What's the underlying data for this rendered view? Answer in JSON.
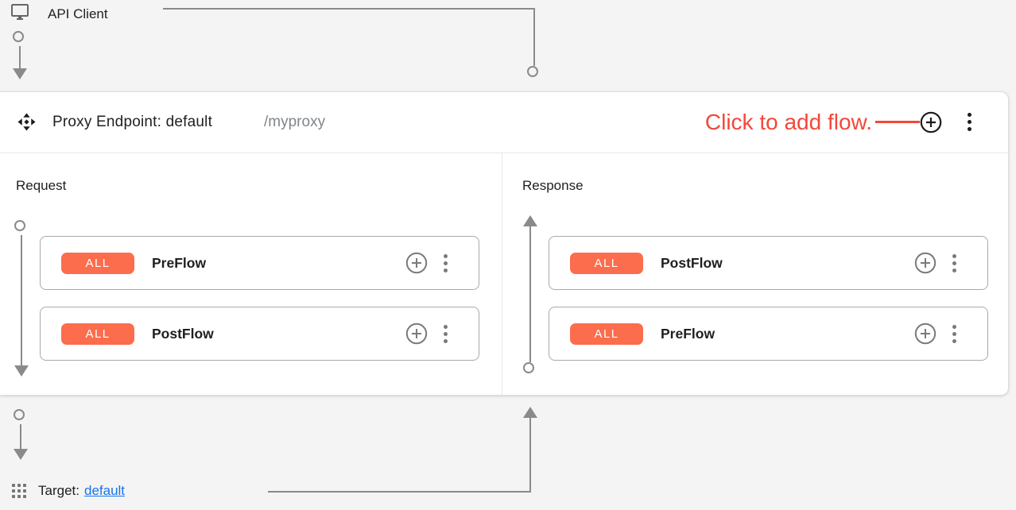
{
  "colors": {
    "accent_orange": "#FB6D4C",
    "annotation_red": "#F4473A",
    "link_blue": "#1A73E8",
    "connector_gray": "#8A8A8A"
  },
  "api_client": {
    "label": "API Client"
  },
  "proxy_endpoint": {
    "title": "Proxy Endpoint: default",
    "base_path": "/myproxy",
    "annotation": "Click to add flow.",
    "request": {
      "label": "Request",
      "flows": [
        {
          "condition": "ALL",
          "name": "PreFlow"
        },
        {
          "condition": "ALL",
          "name": "PostFlow"
        }
      ]
    },
    "response": {
      "label": "Response",
      "flows": [
        {
          "condition": "ALL",
          "name": "PostFlow"
        },
        {
          "condition": "ALL",
          "name": "PreFlow"
        }
      ]
    }
  },
  "target": {
    "label": "Target:",
    "link_text": "default"
  }
}
